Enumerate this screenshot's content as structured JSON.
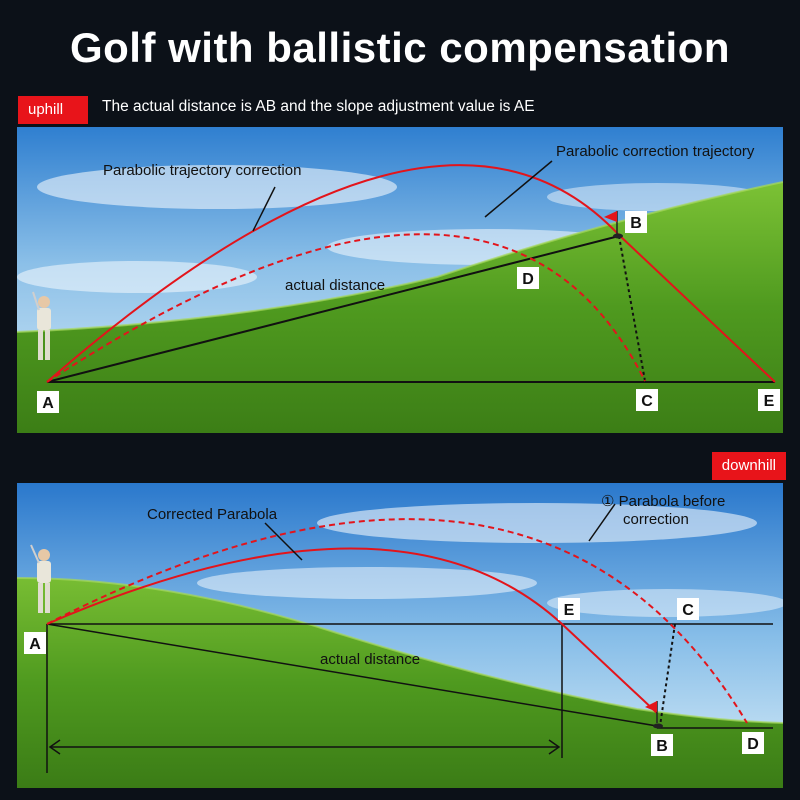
{
  "title": "Golf with ballistic compensation",
  "uphill": {
    "tag": "uphill",
    "caption": "The actual distance is AB and the slope adjustment value is AE",
    "label_corrected": "Parabolic trajectory correction",
    "label_correction_trajectory": "Parabolic correction trajectory",
    "label_distance": "actual distance",
    "points": {
      "a": "A",
      "b": "B",
      "c": "C",
      "d": "D",
      "e": "E"
    }
  },
  "downhill": {
    "tag": "downhill",
    "label_corrected": "Corrected Parabola",
    "label_before_1": "① Parabola before",
    "label_before_2": "correction",
    "label_distance": "actual distance",
    "points": {
      "a": "A",
      "b": "B",
      "c": "C",
      "d": "D",
      "e": "E"
    }
  },
  "colors": {
    "trajectory": "#e3141b",
    "tag": "#e8141a",
    "background": "#0c1118"
  }
}
